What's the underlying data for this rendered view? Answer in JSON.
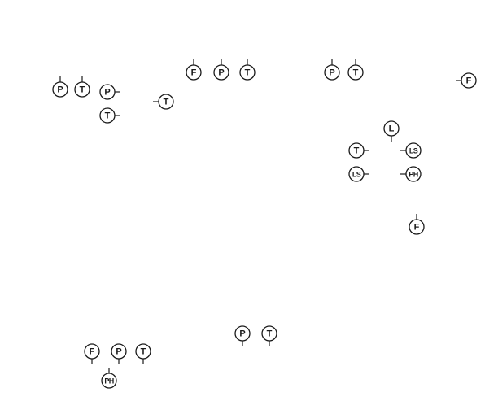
{
  "colors": {
    "stroke": "#1a1a1a",
    "background": "#ffffff"
  },
  "symbols": [
    {
      "label": "P",
      "lead": "up"
    },
    {
      "label": "T",
      "lead": "up"
    },
    {
      "label": "P",
      "lead": "right"
    },
    {
      "label": "T",
      "lead": "right"
    },
    {
      "label": "T",
      "lead": "left"
    },
    {
      "label": "F",
      "lead": "up"
    },
    {
      "label": "P",
      "lead": "up"
    },
    {
      "label": "T",
      "lead": "up"
    },
    {
      "label": "P",
      "lead": "up"
    },
    {
      "label": "T",
      "lead": "up"
    },
    {
      "label": "F",
      "lead": "left"
    },
    {
      "label": "L",
      "lead": "down"
    },
    {
      "label": "T",
      "lead": "right"
    },
    {
      "label": "LS",
      "lead": "left"
    },
    {
      "label": "LS",
      "lead": "right"
    },
    {
      "label": "PH",
      "lead": "left"
    },
    {
      "label": "F",
      "lead": "up"
    },
    {
      "label": "P",
      "lead": "down"
    },
    {
      "label": "T",
      "lead": "down"
    },
    {
      "label": "F",
      "lead": "down"
    },
    {
      "label": "P",
      "lead": "down"
    },
    {
      "label": "T",
      "lead": "down"
    },
    {
      "label": "PH",
      "lead": "up"
    }
  ]
}
